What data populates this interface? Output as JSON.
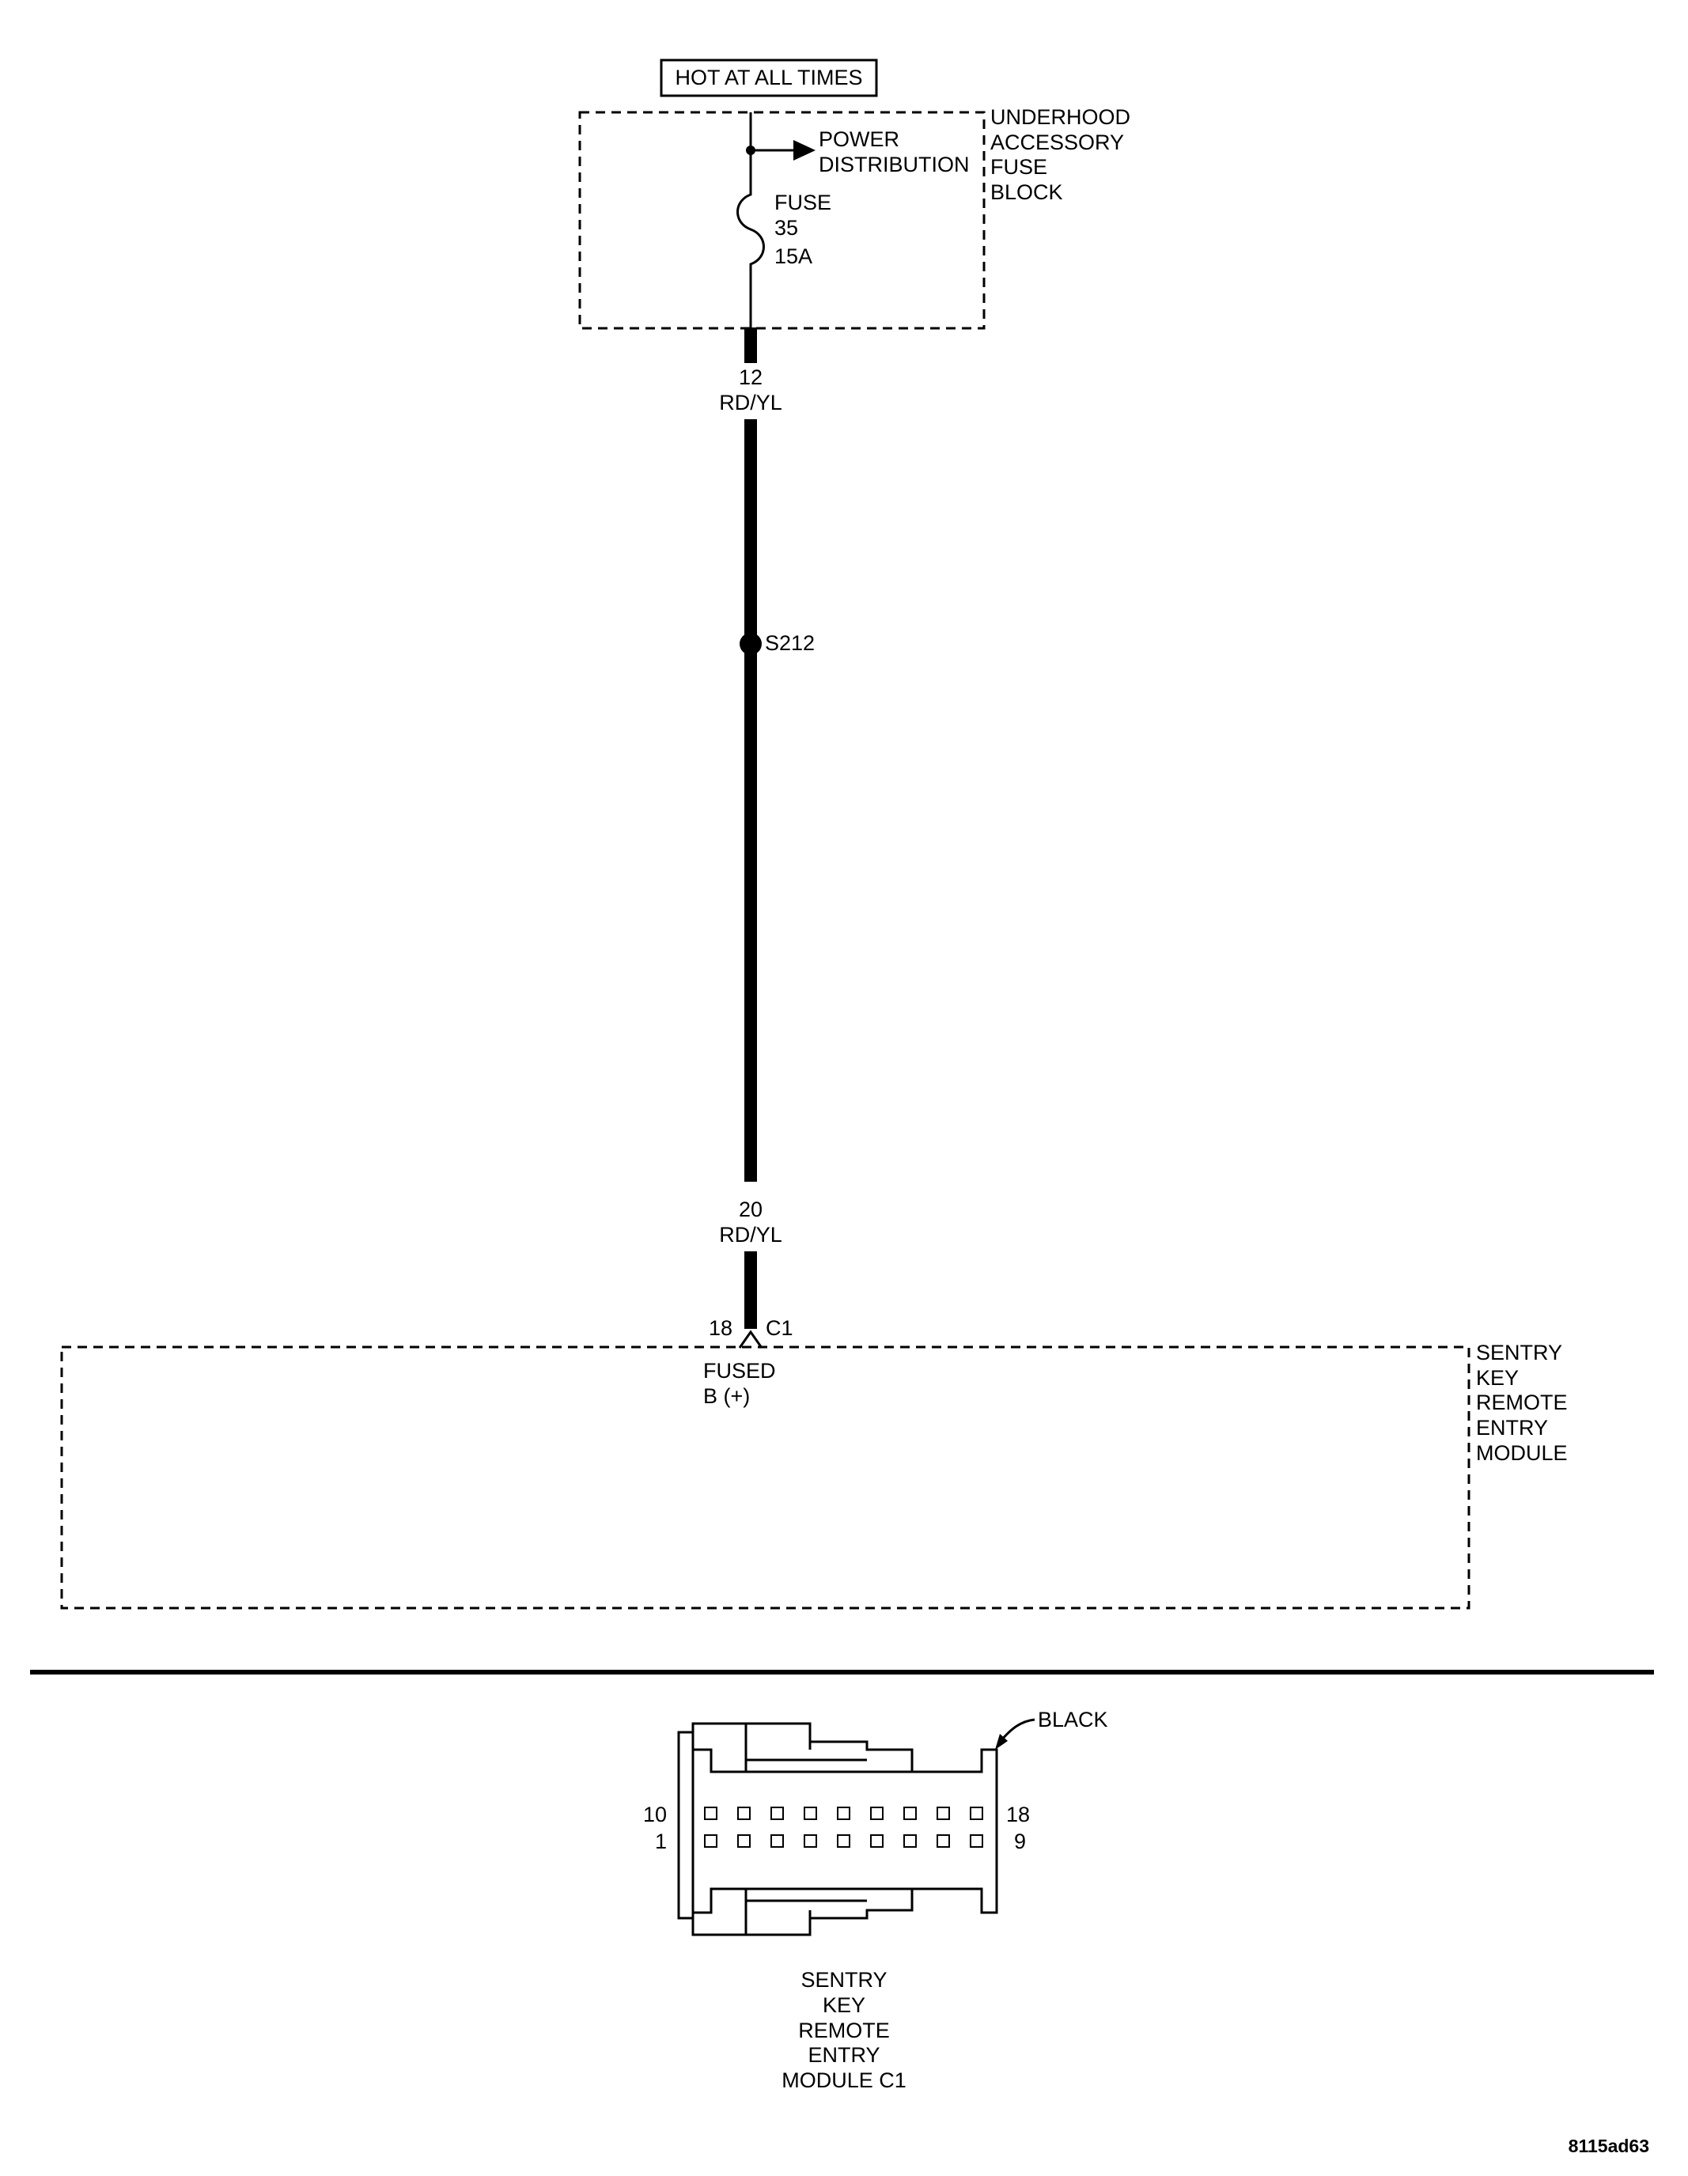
{
  "hot_label": "HOT AT ALL TIMES",
  "fuse_block": {
    "name_lines": [
      "UNDERHOOD",
      "ACCESSORY",
      "FUSE",
      "BLOCK"
    ],
    "power_lines": [
      "POWER",
      "DISTRIBUTION"
    ],
    "fuse_lines": [
      "FUSE",
      "35",
      "15A"
    ]
  },
  "wire_top": {
    "gauge": "12",
    "color": "RD/YL"
  },
  "splice": {
    "id": "S212"
  },
  "wire_bottom": {
    "gauge": "20",
    "color": "RD/YL"
  },
  "connector_pin": {
    "pin": "18",
    "connector": "C1"
  },
  "module": {
    "name_lines": [
      "SENTRY",
      "KEY",
      "REMOTE",
      "ENTRY",
      "MODULE"
    ],
    "function_lines": [
      "FUSED",
      "B (+)"
    ]
  },
  "connector_view": {
    "color_label": "BLACK",
    "pin_labels": {
      "top_left": "10",
      "bottom_left": "1",
      "top_right": "18",
      "bottom_right": "9"
    },
    "pin_rows": 2,
    "pins_per_row": 9,
    "caption_lines": [
      "SENTRY",
      "KEY",
      "REMOTE",
      "ENTRY",
      "MODULE C1"
    ]
  },
  "figure_id": "8115ad63"
}
